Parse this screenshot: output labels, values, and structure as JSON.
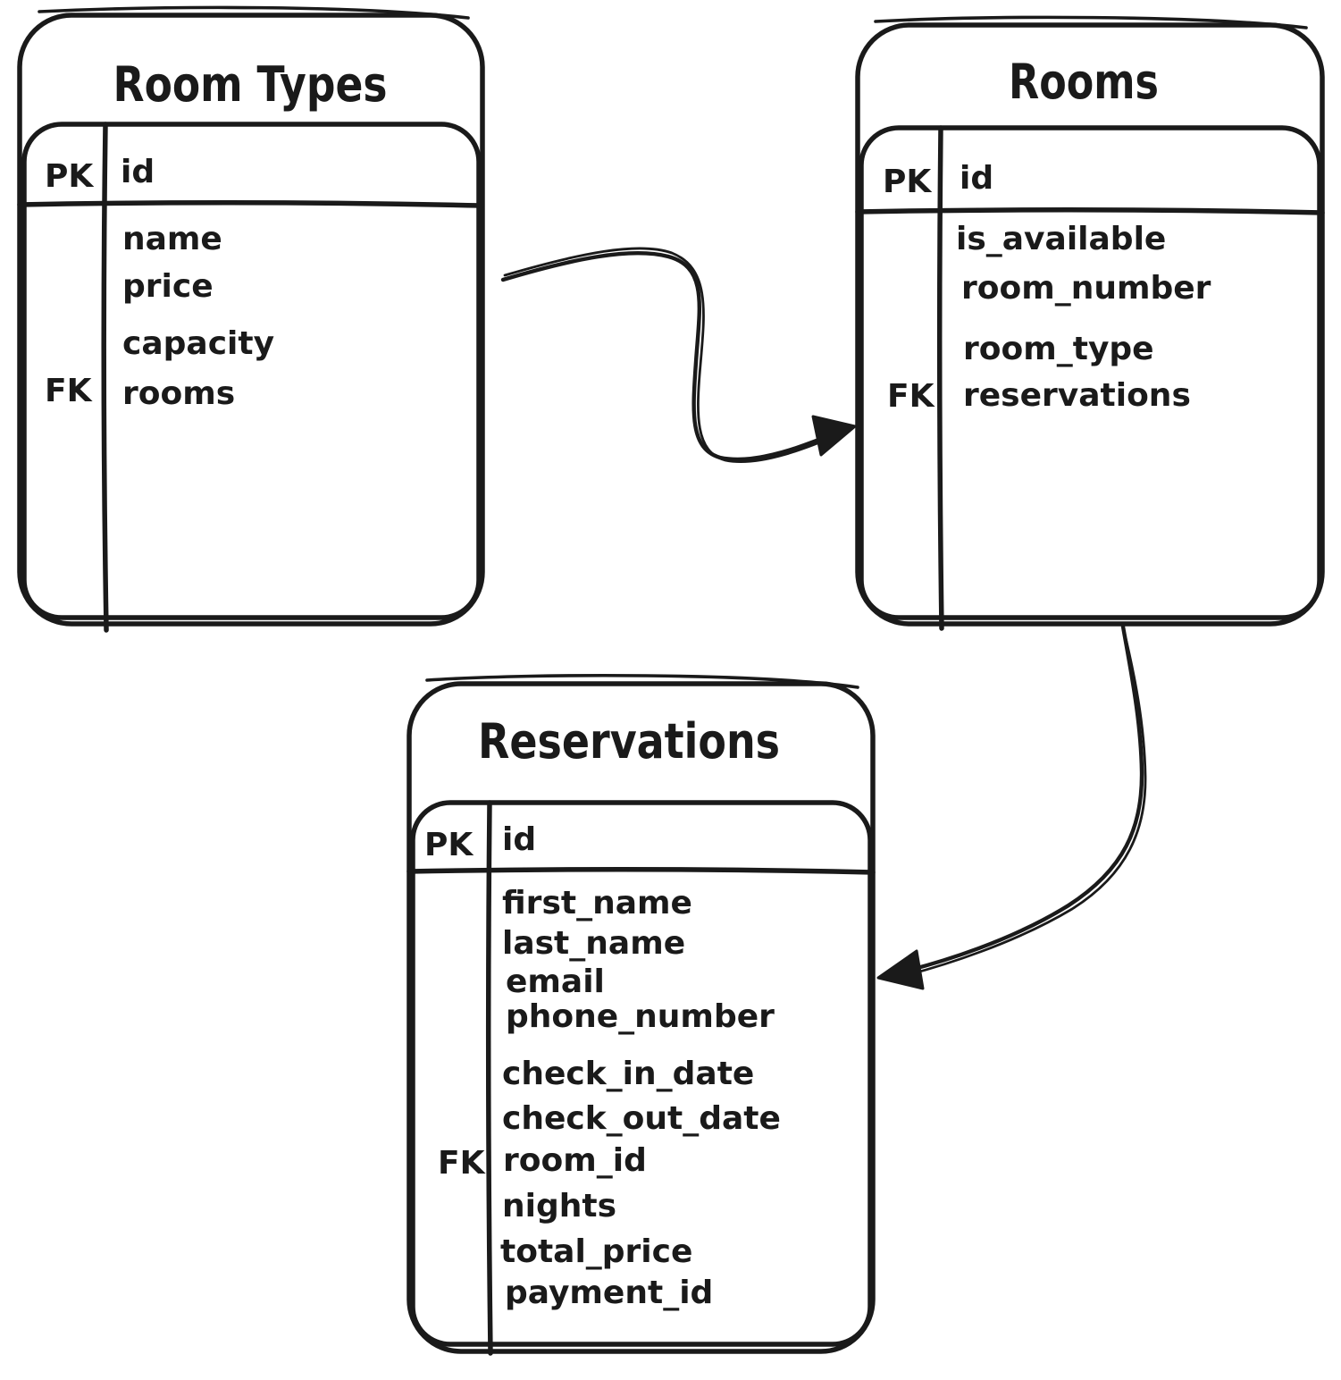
{
  "diagram": {
    "type": "er-diagram",
    "background": "#ffffff",
    "stroke_color": "#1a1a1a"
  },
  "tables": [
    {
      "title": "Room Types",
      "pk_label": "PK",
      "pk_field": "id",
      "fk_label": "FK",
      "fields": [
        "name",
        "price",
        "capacity",
        "rooms"
      ],
      "fk_field": "rooms"
    },
    {
      "title": "Rooms",
      "pk_label": "PK",
      "pk_field": "id",
      "fk_label": "FK",
      "fields": [
        "is_available",
        "room_number",
        "room_type",
        "reservations"
      ],
      "fk_field": "reservations"
    },
    {
      "title": "Reservations",
      "pk_label": "PK",
      "pk_field": "id",
      "fk_label": "FK",
      "fields": [
        "first_name",
        "last_name",
        "email",
        "phone_number",
        "check_in_date",
        "check_out_date",
        "room_id",
        "nights",
        "total_price",
        "payment_id"
      ],
      "fk_field": "room_id"
    }
  ],
  "relationships": [
    {
      "from": "Room Types",
      "to": "Rooms"
    },
    {
      "from": "Rooms",
      "to": "Reservations"
    }
  ]
}
